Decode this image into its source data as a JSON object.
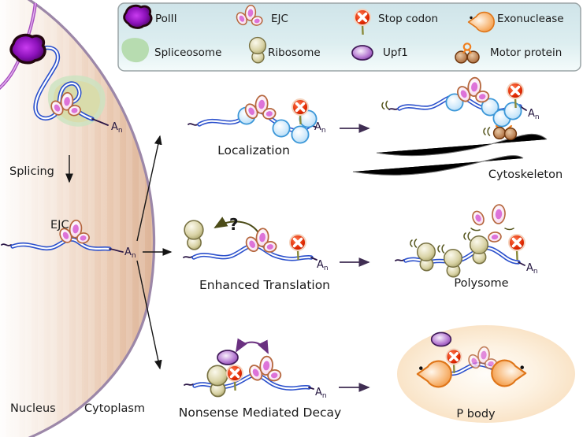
{
  "legend": {
    "items": [
      {
        "icon": "polii-icon",
        "label": "PolII"
      },
      {
        "icon": "ejc-icon",
        "label": "EJC"
      },
      {
        "icon": "stop-codon-icon",
        "label": "Stop codon"
      },
      {
        "icon": "exonuclease-icon",
        "label": "Exonuclease"
      },
      {
        "icon": "spliceosome-icon",
        "label": "Spliceosome"
      },
      {
        "icon": "ribosome-icon",
        "label": "Ribosome"
      },
      {
        "icon": "upf1-icon",
        "label": "Upf1"
      },
      {
        "icon": "motor-protein-icon",
        "label": "Motor protein"
      }
    ]
  },
  "labels": {
    "splicing": "Splicing",
    "ejc": "EJC",
    "nucleus": "Nucleus",
    "cytoplasm": "Cytoplasm",
    "localization": "Localization",
    "cytoskeleton": "Cytoskeleton",
    "enhanced_translation": "Enhanced Translation",
    "question_mark": "?",
    "polysome": "Polysome",
    "nmd": "Nonsense Mediated Decay",
    "p_body": "P body",
    "polyA_base": "A",
    "polyA_sub": "n"
  },
  "colors": {
    "mrna_blue": "#2b50cc",
    "ejc_pink": "#d44ecf",
    "ejc_border": "#b5673d",
    "ribosome_olive": "#9a9458",
    "stop_red": "#dd2200",
    "exo_orange": "#f08a33",
    "upf1_purple": "#8838b0",
    "motor_brown": "#a05a28",
    "spliceosome_green": "#b7dcb0",
    "polii_purple": "#7a0b9e",
    "nucleus_border": "#9c87a8",
    "nucleus_fill": "#e2bba0",
    "cytoskeleton_gray": "#8e8e8e",
    "legend_bg": "#d6e9ec",
    "text": "#1a1a1a"
  }
}
